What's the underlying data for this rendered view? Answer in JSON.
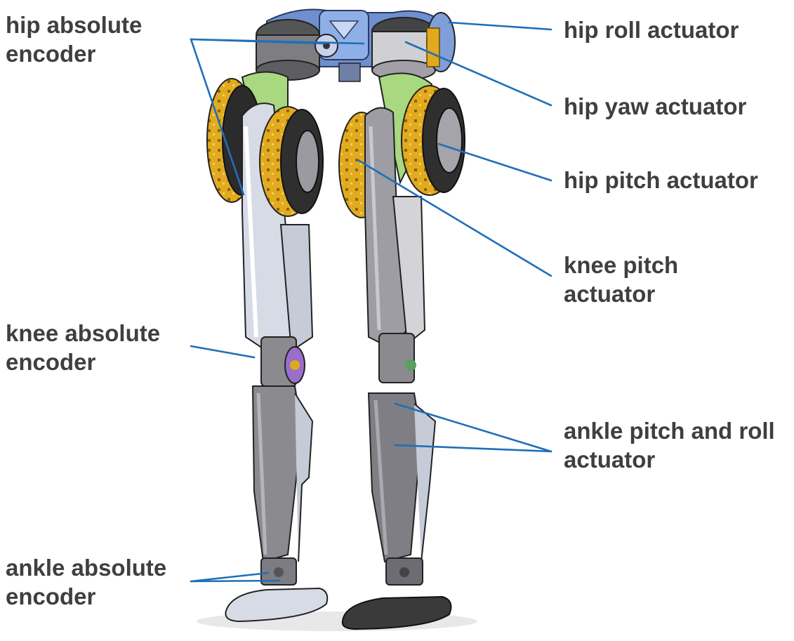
{
  "colors": {
    "leader_line": "#1f6fb8",
    "label_text": "#3f3f3f",
    "motor_gold": "#e0a91e",
    "blue_part": "#7f9fd8",
    "green_part": "#a8d880",
    "light_frame": "#d6dbe6",
    "dark_frame": "#8a8a8f",
    "foot_dark": "#3a3a3a"
  },
  "labels": {
    "hip_absolute_encoder": [
      "hip absolute",
      "encoder"
    ],
    "hip_roll_actuator": [
      "hip roll actuator"
    ],
    "hip_yaw_actuator": [
      "hip yaw actuator"
    ],
    "hip_pitch_actuator": [
      "hip pitch actuator"
    ],
    "knee_pitch_actuator": [
      "knee pitch",
      "actuator"
    ],
    "knee_absolute_encoder": [
      "knee absolute",
      "encoder"
    ],
    "ankle_pitch_roll_actuator": [
      "ankle pitch and roll",
      "actuator"
    ],
    "ankle_absolute_encoder": [
      "ankle absolute",
      "encoder"
    ]
  }
}
